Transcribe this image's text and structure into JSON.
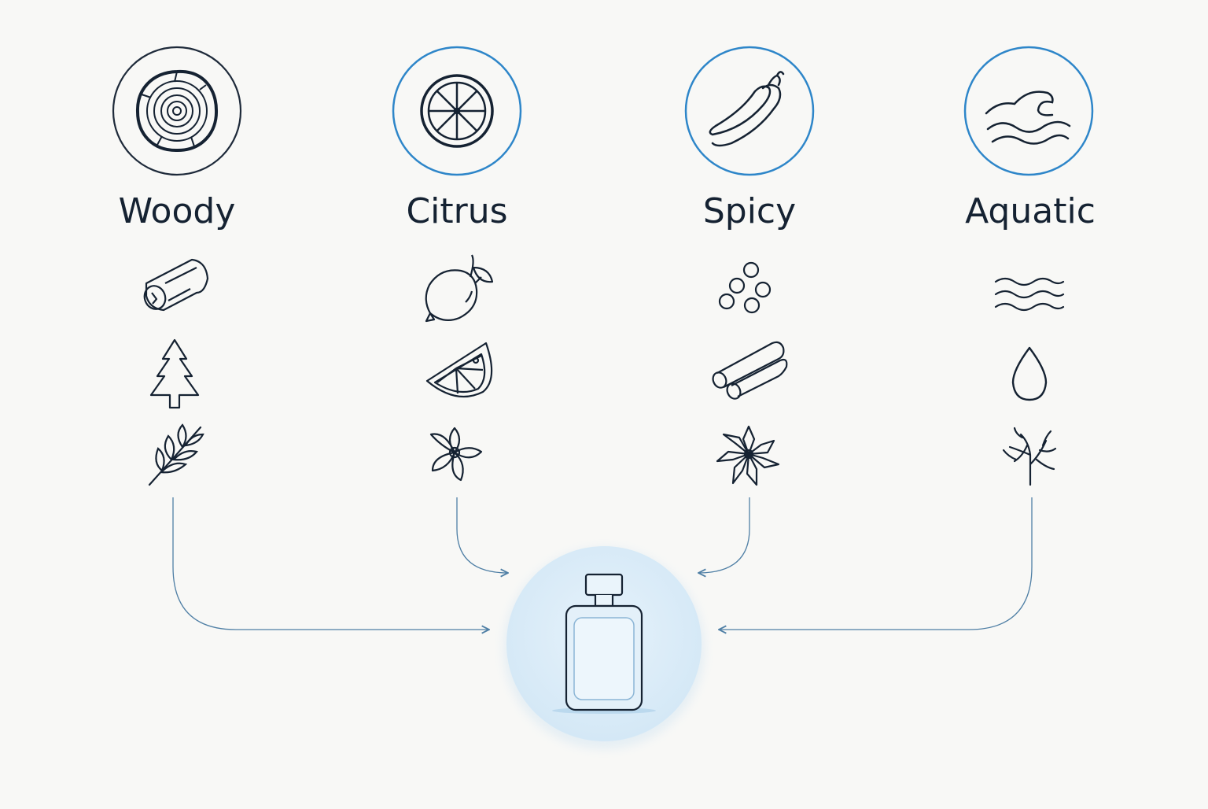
{
  "families": [
    {
      "id": "woody",
      "label": "Woody",
      "icon": "tree-ring-icon",
      "notes": [
        "log-icon",
        "pine-tree-icon",
        "leafy-branch-icon"
      ]
    },
    {
      "id": "citrus",
      "label": "Citrus",
      "icon": "citrus-slice-icon",
      "notes": [
        "lemon-icon",
        "orange-wedge-icon",
        "blossom-icon"
      ]
    },
    {
      "id": "spicy",
      "label": "Spicy",
      "icon": "chili-pepper-icon",
      "notes": [
        "peppercorns-icon",
        "cinnamon-sticks-icon",
        "star-anise-icon"
      ]
    },
    {
      "id": "aquatic",
      "label": "Aquatic",
      "icon": "wave-icon",
      "notes": [
        "water-lines-icon",
        "droplet-icon",
        "seaweed-icon"
      ]
    }
  ],
  "result": {
    "icon": "perfume-bottle-icon"
  },
  "colors": {
    "background": "#f8f8f6",
    "ink": "#152232",
    "accent": "#2e86c9",
    "connector": "#4f7fa5",
    "result_fill": "#dcedf8"
  }
}
